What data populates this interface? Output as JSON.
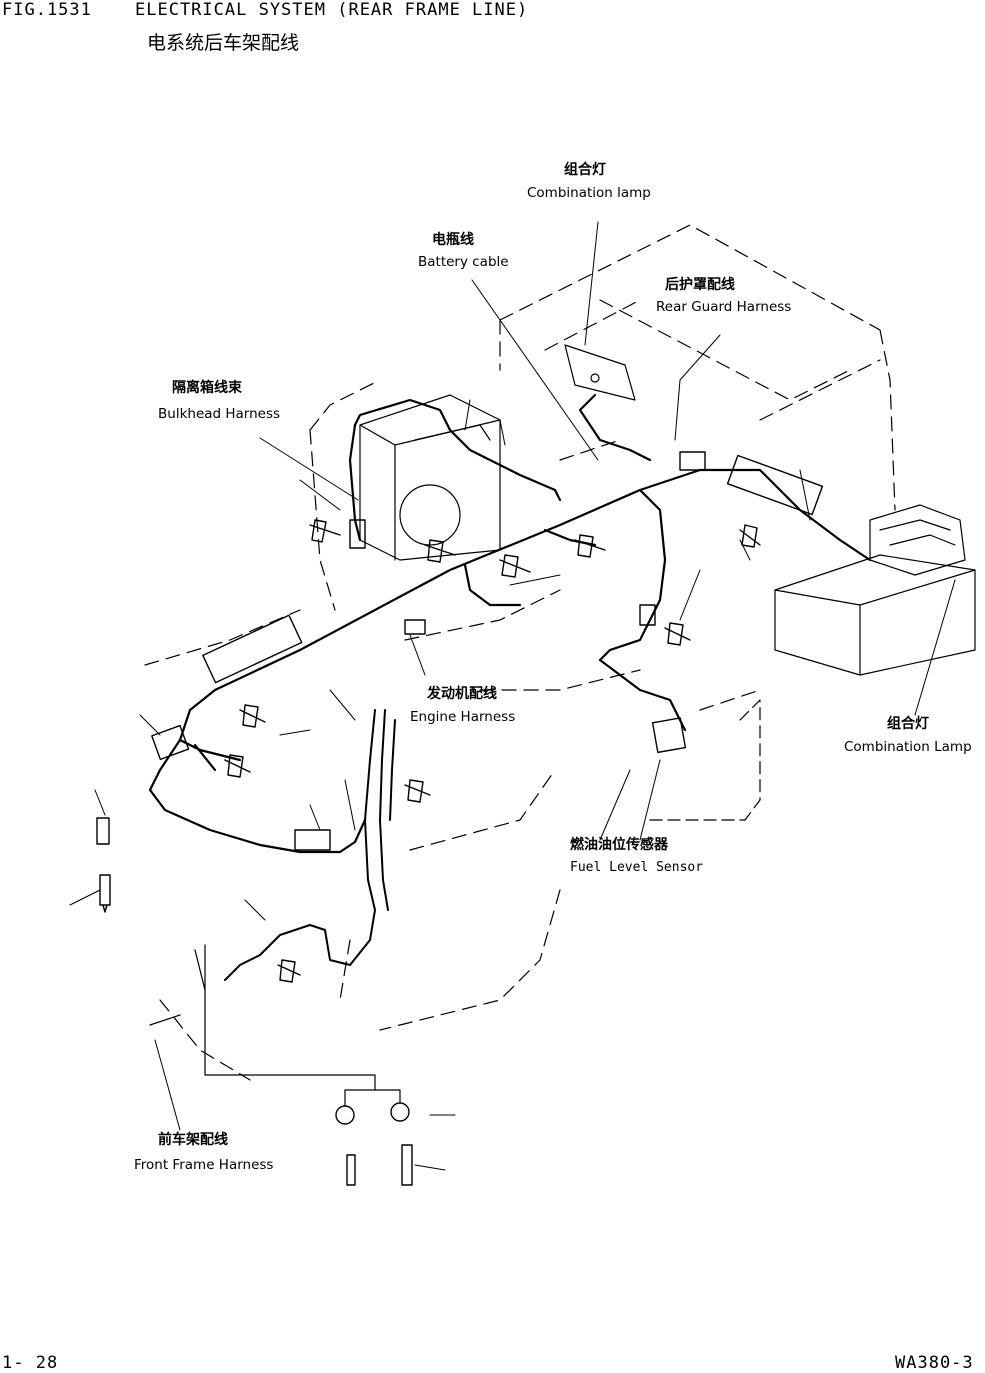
{
  "header": {
    "fig_number": "FIG.1531",
    "title_en": "ELECTRICAL SYSTEM (REAR FRAME LINE)",
    "title_cn": "电系统后车架配线"
  },
  "callouts": {
    "combination_lamp_top": {
      "cn": "组合灯",
      "en": "Combination lamp"
    },
    "battery_cable": {
      "cn": "电瓶线",
      "en": "Battery cable"
    },
    "rear_guard_harness": {
      "cn": "后护罩配线",
      "en": "Rear Guard Harness"
    },
    "bulkhead_harness": {
      "cn": "隔离箱线束",
      "en": "Bulkhead Harness"
    },
    "engine_harness": {
      "cn": "发动机配线",
      "en": "Engine Harness"
    },
    "combination_lamp_right": {
      "cn": "组合灯",
      "en": "Combination Lamp"
    },
    "fuel_level_sensor": {
      "cn": "燃油油位传感器",
      "en": "Fuel Level Sensor"
    },
    "front_frame_harness": {
      "cn": "前车架配线",
      "en": "Front Frame Harness"
    }
  },
  "footer": {
    "page_number": "1- 28",
    "model": "WA380-3"
  }
}
